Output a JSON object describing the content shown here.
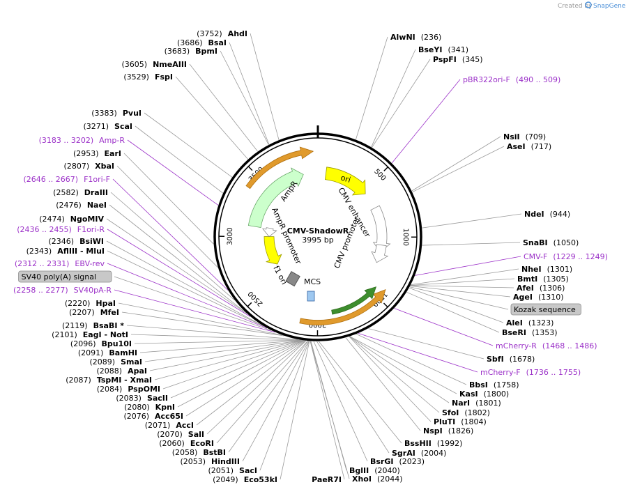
{
  "watermark": {
    "prefix": "Created by",
    "brand": "SnapGene"
  },
  "plasmid": {
    "name": "CMV-ShadowR",
    "length_label": "3995 bp",
    "length": 3995
  },
  "ticks": [
    "500",
    "1000",
    "1500",
    "2000",
    "2500",
    "3000",
    "3500"
  ],
  "colors": {
    "primer": "#9B30C8",
    "ori": "#FFFF00",
    "ampr": "#CCFFCC",
    "orange": "#E09A2C",
    "green": "#3E8E2E",
    "mcs": "#9EC8F0",
    "badge": "#C8C8C8"
  },
  "features": [
    {
      "label": "ori",
      "arrow": "arrow-ori"
    },
    {
      "label": "CMV enhancer",
      "arrow": "arrow-cmv-enhancer"
    },
    {
      "label": "CMV promoter",
      "arrow": "arrow-cmv-promoter"
    },
    {
      "label": "AmpR",
      "arrow": "arrow-ampr"
    },
    {
      "label": "AmpR promoter",
      "arrow": "arrow-ampr-promoter"
    },
    {
      "label": "f1 ori",
      "arrow": "arrow-f1-ori"
    },
    {
      "label": "MCS",
      "arrow": "mcs-box"
    }
  ],
  "badges": {
    "sv40_polya": "SV40 poly(A) signal",
    "kozak": "Kozak sequence"
  },
  "sites_right": [
    {
      "name": "AlwNI",
      "pos": "(236)",
      "kind": "site",
      "bp": 236
    },
    {
      "name": "BseYI",
      "pos": "(341)",
      "kind": "site",
      "bp": 341
    },
    {
      "name": "PspFI",
      "pos": "(345)",
      "kind": "site",
      "bp": 345
    },
    {
      "name": "pBR322ori-F",
      "pos": "(490 .. 509)",
      "kind": "primer",
      "bp": 500
    },
    {
      "name": "NsiI",
      "pos": "(709)",
      "kind": "site",
      "bp": 709
    },
    {
      "name": "AseI",
      "pos": "(717)",
      "kind": "site",
      "bp": 717
    },
    {
      "name": "NdeI",
      "pos": "(944)",
      "kind": "site",
      "bp": 944
    },
    {
      "name": "SnaBI",
      "pos": "(1050)",
      "kind": "site",
      "bp": 1050
    },
    {
      "name": "CMV-F",
      "pos": "(1229 .. 1249)",
      "kind": "primer",
      "bp": 1239
    },
    {
      "name": "NheI",
      "pos": "(1301)",
      "kind": "site",
      "bp": 1301
    },
    {
      "name": "BmtI",
      "pos": "(1305)",
      "kind": "site",
      "bp": 1305
    },
    {
      "name": "AfeI",
      "pos": "(1306)",
      "kind": "site",
      "bp": 1306
    },
    {
      "name": "AgeI",
      "pos": "(1310)",
      "kind": "site",
      "bp": 1310
    },
    {
      "name": "Kozak sequence",
      "pos": "",
      "kind": "badge",
      "bp": 1316
    },
    {
      "name": "AleI",
      "pos": "(1323)",
      "kind": "site",
      "bp": 1323
    },
    {
      "name": "BseRI",
      "pos": "(1353)",
      "kind": "site",
      "bp": 1353
    },
    {
      "name": "mCherry-R",
      "pos": "(1468 .. 1486)",
      "kind": "primer",
      "bp": 1477
    },
    {
      "name": "SbfI",
      "pos": "(1678)",
      "kind": "site",
      "bp": 1678
    },
    {
      "name": "mCherry-F",
      "pos": "(1736 .. 1755)",
      "kind": "primer",
      "bp": 1745
    },
    {
      "name": "BbsI",
      "pos": "(1758)",
      "kind": "site",
      "bp": 1758
    },
    {
      "name": "KasI",
      "pos": "(1800)",
      "kind": "site",
      "bp": 1800
    },
    {
      "name": "NarI",
      "pos": "(1801)",
      "kind": "site",
      "bp": 1801
    },
    {
      "name": "SfoI",
      "pos": "(1802)",
      "kind": "site",
      "bp": 1802
    },
    {
      "name": "PluTI",
      "pos": "(1804)",
      "kind": "site",
      "bp": 1804
    },
    {
      "name": "NspI",
      "pos": "(1826)",
      "kind": "site",
      "bp": 1826
    },
    {
      "name": "BssHII",
      "pos": "(1992)",
      "kind": "site",
      "bp": 1992
    },
    {
      "name": "SgrAI",
      "pos": "(2004)",
      "kind": "site",
      "bp": 2004
    },
    {
      "name": "BsrGI",
      "pos": "(2023)",
      "kind": "site",
      "bp": 2023
    },
    {
      "name": "BglII",
      "pos": "(2040)",
      "kind": "site",
      "bp": 2040
    },
    {
      "name": "XhoI",
      "pos": "(2044)",
      "kind": "site",
      "bp": 2044
    }
  ],
  "sites_left": [
    {
      "name": "AhdI",
      "pos": "(3752)",
      "kind": "site",
      "bp": 3752
    },
    {
      "name": "BsaI",
      "pos": "(3686)",
      "kind": "site",
      "bp": 3686
    },
    {
      "name": "BpmI",
      "pos": "(3683)",
      "kind": "site",
      "bp": 3683
    },
    {
      "name": "NmeAIII",
      "pos": "(3605)",
      "kind": "site",
      "bp": 3605
    },
    {
      "name": "FspI",
      "pos": "(3529)",
      "kind": "site",
      "bp": 3529
    },
    {
      "name": "PvuI",
      "pos": "(3383)",
      "kind": "site",
      "bp": 3383
    },
    {
      "name": "ScaI",
      "pos": "(3271)",
      "kind": "site",
      "bp": 3271
    },
    {
      "name": "Amp-R",
      "pos": "(3183 .. 3202)",
      "kind": "primer",
      "bp": 3192
    },
    {
      "name": "EarI",
      "pos": "(2953)",
      "kind": "site",
      "bp": 2953
    },
    {
      "name": "XbaI",
      "pos": "(2807)",
      "kind": "site",
      "bp": 2807
    },
    {
      "name": "F1ori-F",
      "pos": "(2646 .. 2667)",
      "kind": "primer",
      "bp": 2656
    },
    {
      "name": "DraIII",
      "pos": "(2582)",
      "kind": "site",
      "bp": 2582
    },
    {
      "name": "NaeI",
      "pos": "(2476)",
      "kind": "site",
      "bp": 2476
    },
    {
      "name": "NgoMIV",
      "pos": "(2474)",
      "kind": "site",
      "bp": 2474
    },
    {
      "name": "F1ori-R",
      "pos": "(2436 .. 2455)",
      "kind": "primer",
      "bp": 2445
    },
    {
      "name": "BsiWI",
      "pos": "(2346)",
      "kind": "site",
      "bp": 2346
    },
    {
      "name": "AflIII - MluI",
      "pos": "(2343)",
      "kind": "site",
      "bp": 2343
    },
    {
      "name": "EBV-rev",
      "pos": "(2312 .. 2331)",
      "kind": "primer",
      "bp": 2321
    },
    {
      "name": "SV40 poly(A) signal",
      "pos": "",
      "kind": "badge",
      "bp": 2290
    },
    {
      "name": "SV40pA-R",
      "pos": "(2258 .. 2277)",
      "kind": "primer",
      "bp": 2267
    },
    {
      "name": "HpaI",
      "pos": "(2220)",
      "kind": "site",
      "bp": 2220
    },
    {
      "name": "MfeI",
      "pos": "(2207)",
      "kind": "site",
      "bp": 2207
    },
    {
      "name": "BsaBI *",
      "pos": "(2119)",
      "kind": "site",
      "bp": 2119
    },
    {
      "name": "EagI - NotI",
      "pos": "(2101)",
      "kind": "site",
      "bp": 2101
    },
    {
      "name": "Bpu10I",
      "pos": "(2096)",
      "kind": "site",
      "bp": 2096
    },
    {
      "name": "BamHI",
      "pos": "(2091)",
      "kind": "site",
      "bp": 2091
    },
    {
      "name": "SmaI",
      "pos": "(2089)",
      "kind": "site",
      "bp": 2089
    },
    {
      "name": "ApaI",
      "pos": "(2088)",
      "kind": "site",
      "bp": 2088
    },
    {
      "name": "TspMI - XmaI",
      "pos": "(2087)",
      "kind": "site",
      "bp": 2087
    },
    {
      "name": "PspOMI",
      "pos": "(2084)",
      "kind": "site",
      "bp": 2084
    },
    {
      "name": "SacII",
      "pos": "(2083)",
      "kind": "site",
      "bp": 2083
    },
    {
      "name": "KpnI",
      "pos": "(2080)",
      "kind": "site",
      "bp": 2080
    },
    {
      "name": "Acc65I",
      "pos": "(2076)",
      "kind": "site",
      "bp": 2076
    },
    {
      "name": "AccI",
      "pos": "(2071)",
      "kind": "site",
      "bp": 2071
    },
    {
      "name": "SalI",
      "pos": "(2070)",
      "kind": "site",
      "bp": 2070
    },
    {
      "name": "EcoRI",
      "pos": "(2060)",
      "kind": "site",
      "bp": 2060
    },
    {
      "name": "BstBI",
      "pos": "(2058)",
      "kind": "site",
      "bp": 2058
    },
    {
      "name": "HindIII",
      "pos": "(2053)",
      "kind": "site",
      "bp": 2053
    },
    {
      "name": "SacI",
      "pos": "(2051)",
      "kind": "site",
      "bp": 2051
    },
    {
      "name": "Eco53kI",
      "pos": "(2049)",
      "kind": "site",
      "bp": 2049
    },
    {
      "name": "PaeR7I",
      "pos": "",
      "kind": "site",
      "bp": 2044
    }
  ]
}
